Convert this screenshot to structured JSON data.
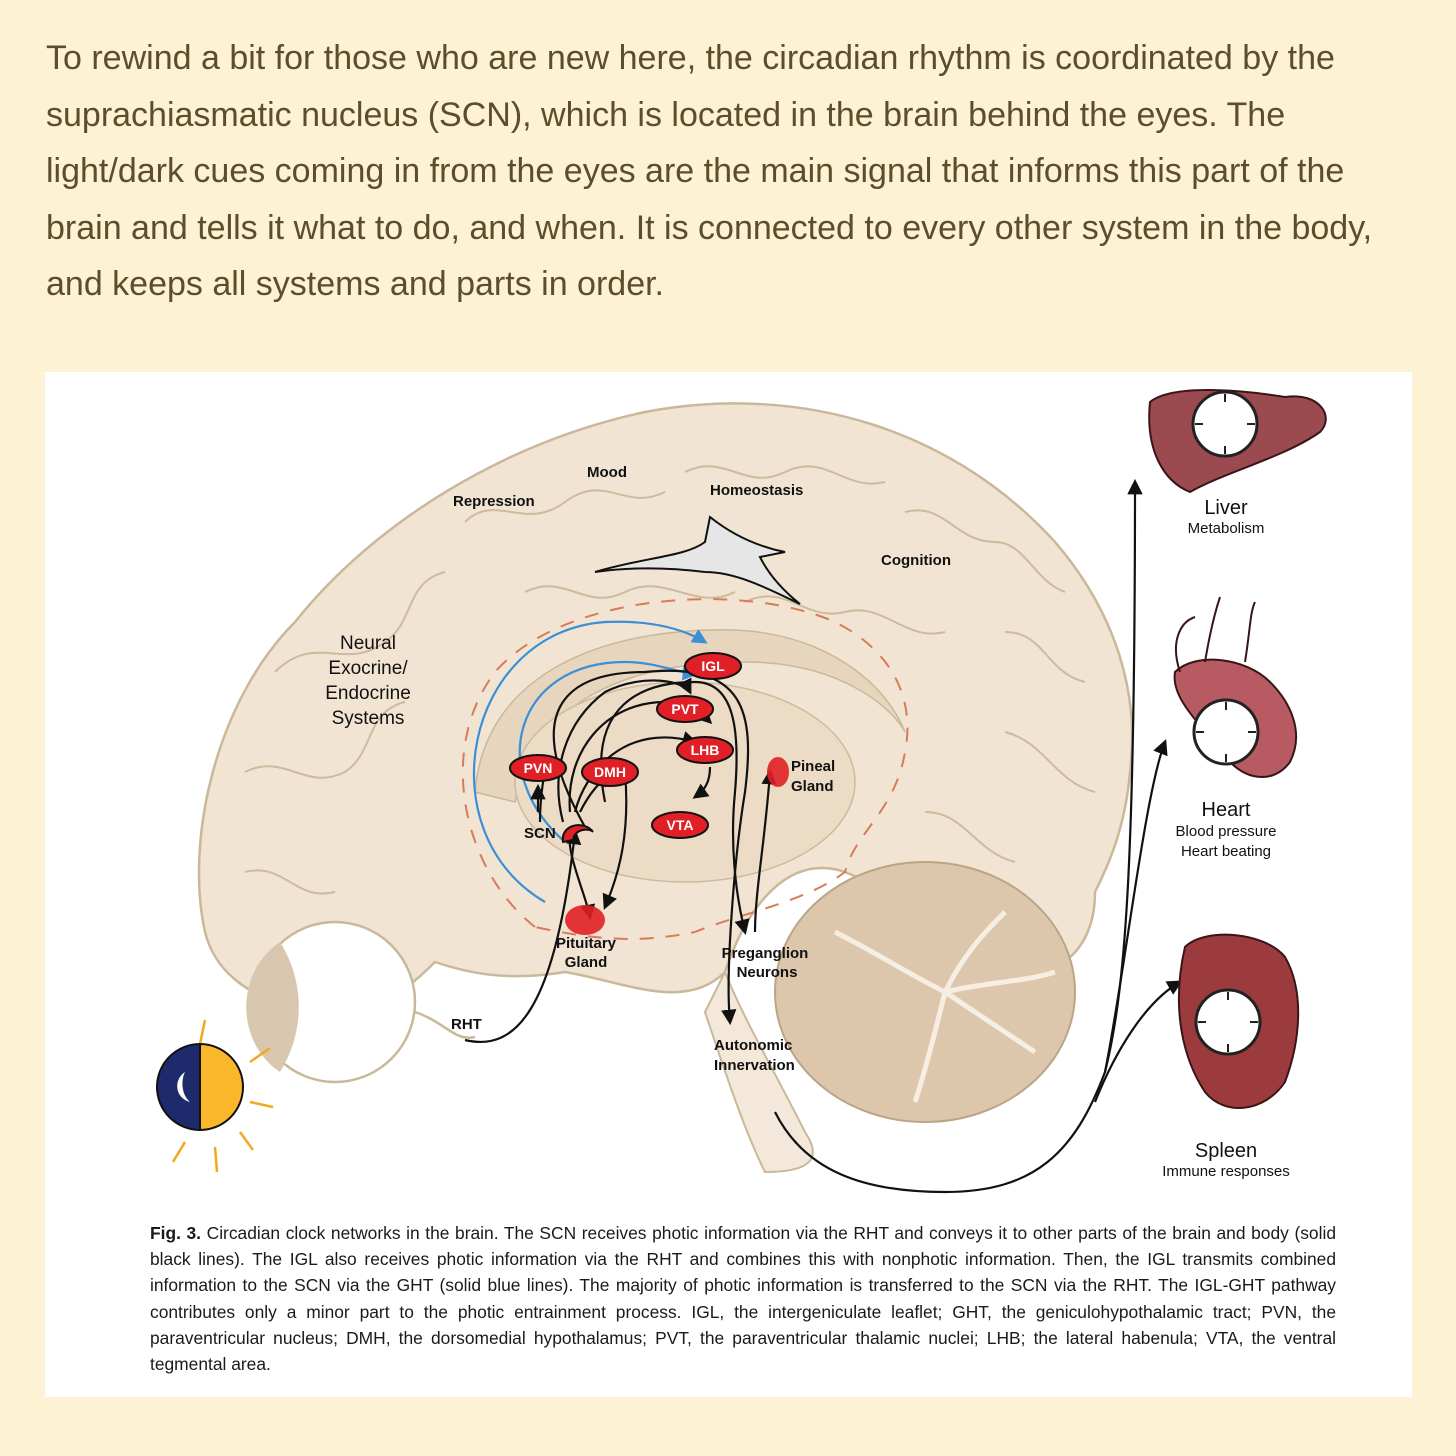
{
  "intro_text": "To rewind a bit for those who are new here, the circadian rhythm is coordinated by the suprachiasmatic nucleus (SCN), which is located in the brain behind the eyes. The light/dark cues coming in from the eyes are the main signal that informs this part of the brain and tells it what to do, and when. It is connected to every other system in the body, and keeps all systems and parts in order.",
  "diagram": {
    "functions": {
      "mood": "Mood",
      "repression": "Repression",
      "homeostasis": "Homeostasis",
      "cognition": "Cognition",
      "neural_line1": "Neural",
      "neural_line2": "Exocrine/",
      "neural_line3": "Endocrine",
      "neural_line4": "Systems"
    },
    "nuclei": {
      "igl": "IGL",
      "pvt": "PVT",
      "lhb": "LHB",
      "pvn": "PVN",
      "dmh": "DMH",
      "vta": "VTA",
      "scn": "SCN"
    },
    "structures": {
      "pineal_line1": "Pineal",
      "pineal_line2": "Gland",
      "pituitary_line1": "Pituitary",
      "pituitary_line2": "Gland",
      "preganglion_line1": "Preganglion",
      "preganglion_line2": "Neurons",
      "autonomic_line1": "Autonomic",
      "autonomic_line2": "Innervation",
      "rht": "RHT"
    },
    "organs": {
      "liver": "Liver",
      "liver_role": "Metabolism",
      "heart": "Heart",
      "heart_role1": "Blood pressure",
      "heart_role2": "Heart beating",
      "spleen": "Spleen",
      "spleen_role": "Immune responses"
    },
    "colors": {
      "brain": "#f2e4d3",
      "nucleus": "#e01f26",
      "black_line": "#111111",
      "blue_line": "#3a8fd6",
      "dashed": "#d97a5a"
    }
  },
  "caption": {
    "label": "Fig. 3.",
    "text": " Circadian clock networks in the brain. The SCN receives photic information via the RHT and conveys it to other parts of the brain and body (solid black lines). The IGL also receives photic information via the RHT and combines this with nonphotic information. Then, the IGL transmits combined information to the SCN via the GHT (solid blue lines). The majority of photic information is transferred to the SCN via the RHT. The IGL-GHT pathway contributes only a minor part to the photic entrainment process. IGL, the intergeniculate leaflet; GHT, the geniculohypothalamic tract; PVN, the paraventricular nucleus; DMH, the dorsomedial hypothalamus; PVT, the paraventricular thalamic nuclei; LHB; the lateral habenula; VTA, the ventral tegmental area."
  }
}
